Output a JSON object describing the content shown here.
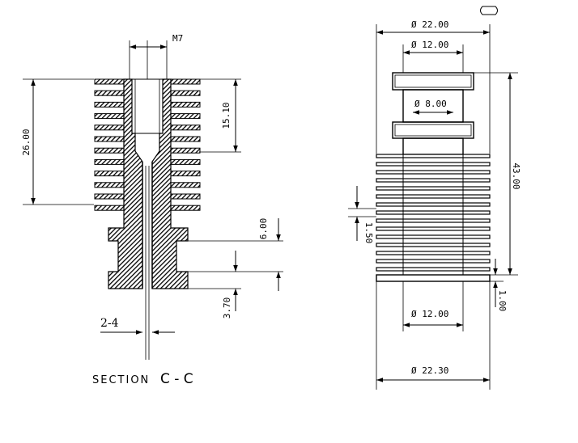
{
  "section_view": {
    "thread_label": "M7",
    "overall_height": "26.00",
    "bore_depth": "15.10",
    "lower_step": "6.00",
    "bottom_step": "3.70",
    "hole_dia": "2-4",
    "caption_word": "SECTION",
    "caption_letters": "C - C"
  },
  "side_view": {
    "top_dia": "Ø 22.00",
    "neck_dia": "Ø 12.00",
    "inner_dia": "Ø 8.00",
    "fin_pitch": "1.50",
    "overall_height": "43.00",
    "fin_thickness": "1.00",
    "base_dia": "Ø 12.00",
    "fin_dia": "Ø 22.30"
  }
}
